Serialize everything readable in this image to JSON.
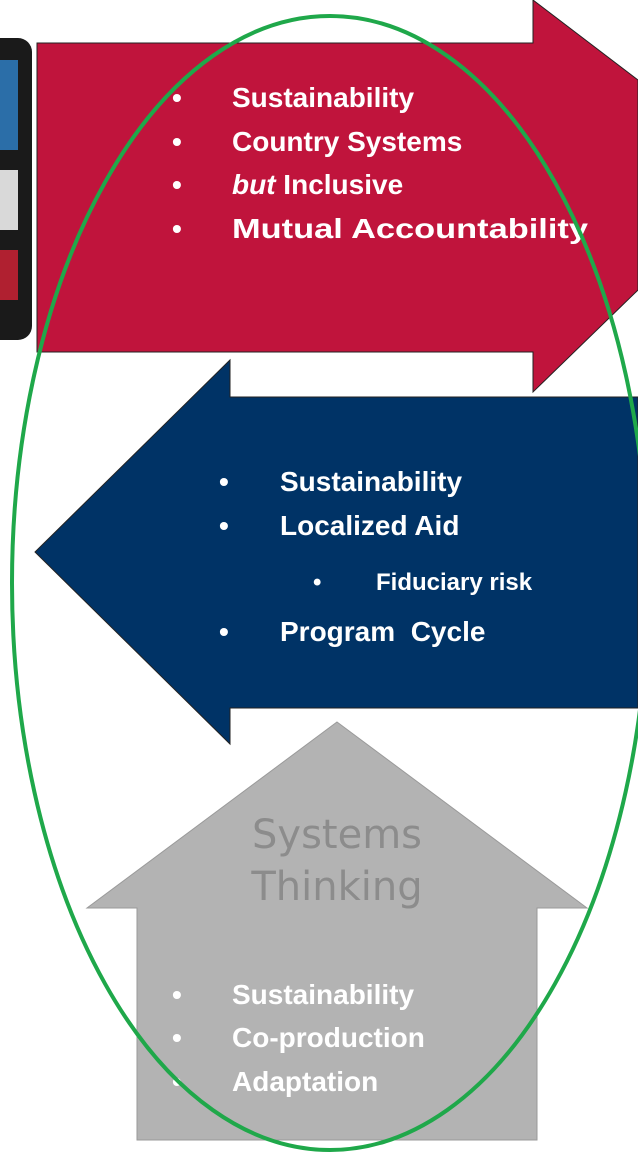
{
  "colors": {
    "red_arrow": "#c0143c",
    "blue_arrow": "#003366",
    "gray_house": "#b3b3b3",
    "ellipse": "#1fa84a",
    "white_text": "#ffffff",
    "gray_title": "#8c8c8c",
    "logo_dark": "#1a1a1a",
    "logo_blue": "#2b6ea8",
    "logo_red": "#b02030"
  },
  "red_arrow": {
    "items": [
      {
        "text": "Sustainability",
        "prefix": "",
        "level": 1
      },
      {
        "text": "Country Systems",
        "prefix": "",
        "level": 1
      },
      {
        "text": " Inclusive",
        "prefix": "but",
        "level": 1
      },
      {
        "text": "Mutual Accountability",
        "prefix": "",
        "level": 1
      }
    ]
  },
  "blue_arrow": {
    "items": [
      {
        "text": "Sustainability",
        "level": 1
      },
      {
        "text": "Localized Aid",
        "level": 1
      },
      {
        "text": "Fiduciary risk",
        "level": 2
      },
      {
        "text": "Program  Cycle",
        "level": 1
      }
    ]
  },
  "gray_house": {
    "title_line1": "Systems",
    "title_line2": "Thinking",
    "items": [
      {
        "text": "Sustainability"
      },
      {
        "text": "Co-production"
      },
      {
        "text": "Adaptation"
      }
    ]
  },
  "bullet_char": "•"
}
